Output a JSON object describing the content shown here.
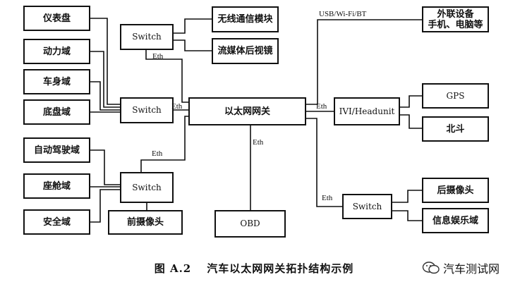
{
  "domains_left": [
    "仪表盘",
    "动力域",
    "车身域",
    "底盘域"
  ],
  "domains_left_lower": [
    "自动驾驶域",
    "座舱域",
    "安全域"
  ],
  "switches": {
    "top": "Switch",
    "middle": "Switch",
    "lower": "Switch",
    "right": "Switch"
  },
  "top_devices": [
    "无线通信模块",
    "流媒体后视镜"
  ],
  "gateway": "以太网网关",
  "front_camera": "前摄像头",
  "obd": "OBD",
  "ivi": "IVI/Headunit",
  "external": "外联设备\n手机、电脑等",
  "ivi_devices": [
    "GPS",
    "北斗"
  ],
  "right_devices": [
    "后摄像头",
    "信息娱乐域"
  ],
  "links": {
    "eth": "Eth",
    "usb": "USB/Wi-Fi/BT"
  },
  "caption": {
    "figure": "图 A.2",
    "title": "汽车以太网网关拓扑结构示例"
  },
  "watermark": "汽车测试网"
}
